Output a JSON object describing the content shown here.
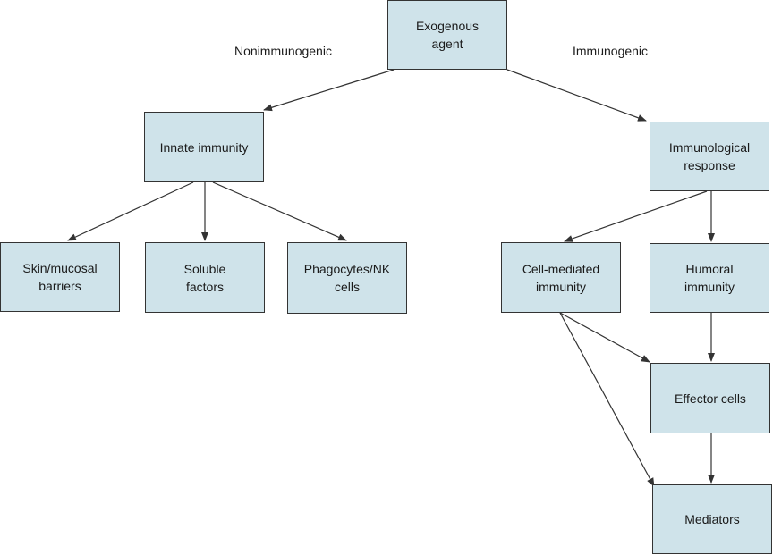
{
  "colors": {
    "node_fill": "#cfe3ea",
    "border": "#333333",
    "arrow": "#333333"
  },
  "labels": {
    "nonimmunogenic": "Nonimmunogenic",
    "immunogenic": "Immunogenic"
  },
  "nodes": {
    "exogenous_agent": {
      "line1": "Exogenous",
      "line2": "agent"
    },
    "innate_immunity": {
      "line1": "Innate immunity"
    },
    "immunological_response": {
      "line1": "Immunological",
      "line2": "response"
    },
    "skin_mucosal": {
      "line1": "Skin/mucosal",
      "line2": "barriers"
    },
    "soluble_factors": {
      "line1": "Soluble",
      "line2": "factors"
    },
    "phagocytes_nk": {
      "line1": "Phagocytes/NK",
      "line2": "cells"
    },
    "cell_mediated": {
      "line1": "Cell-mediated",
      "line2": "immunity"
    },
    "humoral": {
      "line1": "Humoral",
      "line2": "immunity"
    },
    "effector_cells": {
      "line1": "Effector cells"
    },
    "mediators": {
      "line1": "Mediators"
    }
  }
}
